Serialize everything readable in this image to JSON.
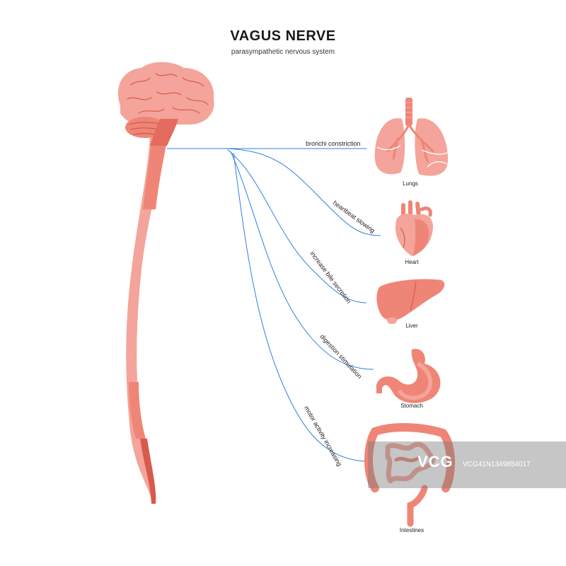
{
  "title": "VAGUS NERVE",
  "subtitle": "parasympathetic nervous system",
  "branches": [
    {
      "label": "bronchi constriction"
    },
    {
      "label": "heartbeat slowing"
    },
    {
      "label": "increase bile secretion"
    },
    {
      "label": "digestion stimulation"
    },
    {
      "label": "motor activity increasing"
    }
  ],
  "organs": [
    {
      "label": "Lungs"
    },
    {
      "label": "Heart"
    },
    {
      "label": "Liver"
    },
    {
      "label": "Stomach"
    },
    {
      "label": "Intestines"
    }
  ],
  "watermark": {
    "logo": "VCG",
    "code": "VCG41N1349854017"
  },
  "colors": {
    "nerve_line": "#2f7fe0",
    "organ_light": "#f4a49a",
    "organ_mid": "#ef8576",
    "organ_dark": "#d85a4c",
    "outline": "#b9453a"
  }
}
